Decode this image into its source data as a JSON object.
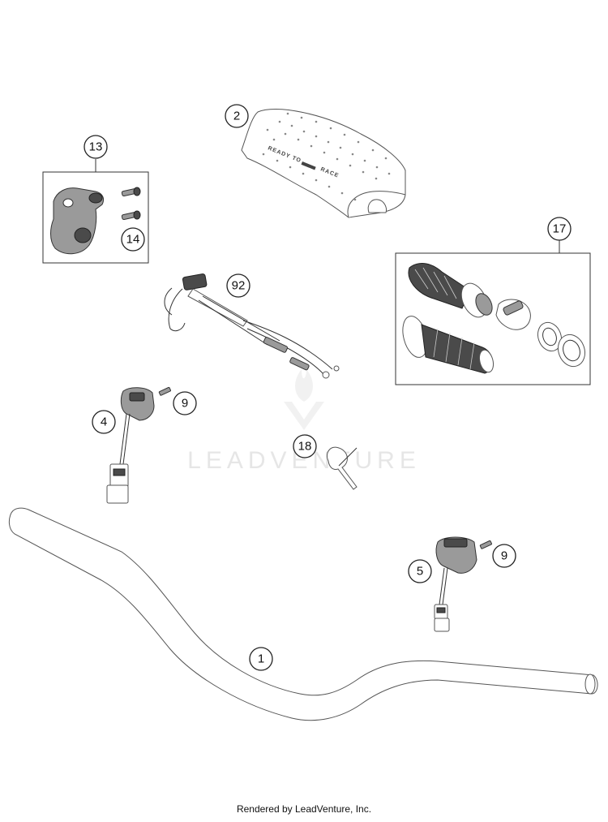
{
  "callouts": {
    "c1": "1",
    "c2": "2",
    "c4": "4",
    "c5": "5",
    "c9a": "9",
    "c9b": "9",
    "c13": "13",
    "c14": "14",
    "c17": "17",
    "c18": "18",
    "c92": "92"
  },
  "bar_pad_text": {
    "left": "READY TO",
    "right": "RACE"
  },
  "watermark": {
    "text": "LEADVENTURE"
  },
  "footer": {
    "text": "Rendered by LeadVenture, Inc."
  },
  "colors": {
    "line": "#555555",
    "dark_part": "#4a4a4a",
    "watermark": "#e6e6e6"
  }
}
